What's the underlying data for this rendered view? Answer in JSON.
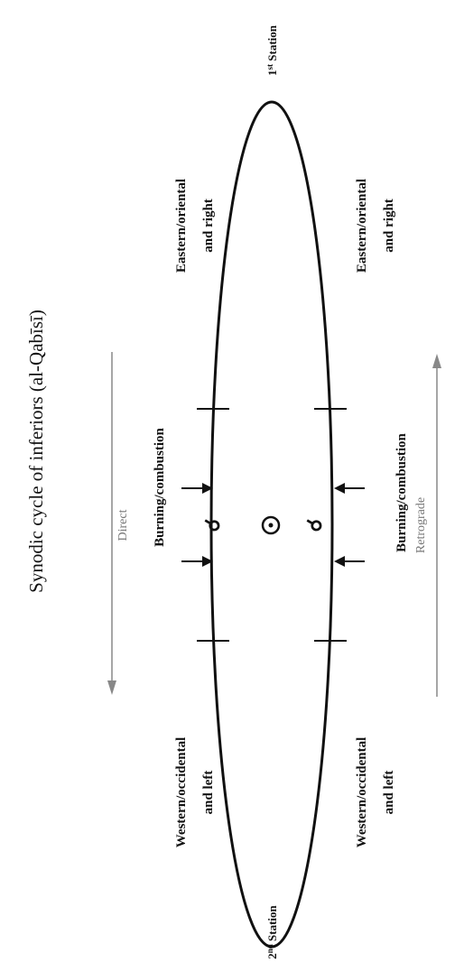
{
  "diagram": {
    "title": "Synodic cycle of inferiors (al-Qabīsī)",
    "stations": {
      "first": {
        "base": "1",
        "sup": "st",
        "word": "Station"
      },
      "second": {
        "base": "2",
        "sup": "nd",
        "word": "Station"
      }
    },
    "phases": {
      "eastern_left": {
        "line1": "Eastern/oriental",
        "line2": "and right"
      },
      "eastern_right": {
        "line1": "Eastern/oriental",
        "line2": "and right"
      },
      "western_left": {
        "line1": "Western/occidental",
        "line2": "and left"
      },
      "western_right": {
        "line1": "Western/occidental",
        "line2": "and left"
      },
      "burning_left": "Burning/combustion",
      "burning_right": "Burning/combustion"
    },
    "symbols": {
      "sun": "☉",
      "conjunction_left": "☌",
      "conjunction_right": "☌"
    },
    "motion": {
      "direct": "Direct",
      "retrograde": "Retrograde"
    },
    "colors": {
      "ink": "#111111",
      "motion_arrow": "#888888"
    }
  }
}
